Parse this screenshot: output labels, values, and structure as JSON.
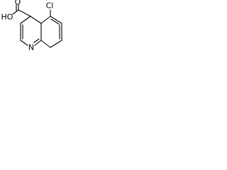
{
  "molecule": {
    "atoms": {
      "chlorine": "Cl",
      "carbonyl_oxygen": "O",
      "hydroxyl_group": "HO",
      "ring_nitrogen": "N"
    }
  }
}
